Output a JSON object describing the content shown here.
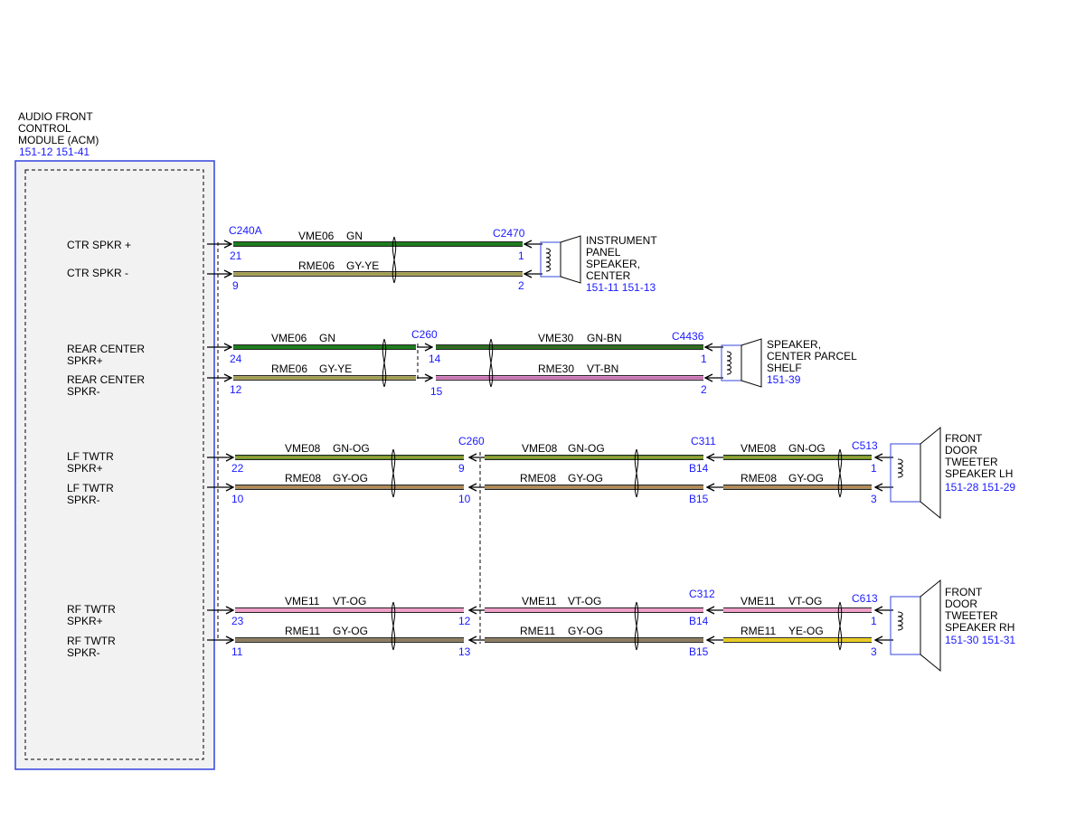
{
  "module": {
    "title_lines": [
      "AUDIO FRONT",
      "CONTROL",
      "MODULE (ACM)"
    ],
    "refs": "151-12  151-41",
    "module_pins": [
      {
        "label_lines": [
          "CTR SPKR +"
        ]
      },
      {
        "label_lines": [
          "CTR SPKR -"
        ]
      },
      {
        "label_lines": [
          "REAR CENTER",
          "SPKR+"
        ]
      },
      {
        "label_lines": [
          "REAR CENTER",
          "SPKR-"
        ]
      },
      {
        "label_lines": [
          "LF TWTR",
          "SPKR+"
        ]
      },
      {
        "label_lines": [
          "LF TWTR",
          "SPKR-"
        ]
      },
      {
        "label_lines": [
          "RF TWTR",
          "SPKR+"
        ]
      },
      {
        "label_lines": [
          "RF TWTR",
          "SPKR-"
        ]
      }
    ]
  },
  "colors": {
    "GN": "#1e7d1e",
    "GN-BN": "#1e7d1e",
    "GY-YE": "#b8a76a",
    "VT-BN": "#e88fd0",
    "GN-OG": "#5c9a2e",
    "GY-OG": "#9a8a6a",
    "VT-OG": "#f0a0c8",
    "YE-OG": "#f2e21a",
    "module_border": "#3344dd",
    "module_fill": "#f2f2f2",
    "text_blue": "#1a1aff"
  },
  "connectors": {
    "c240a": "C240A",
    "c2470": "C2470",
    "c260_top": "C260",
    "c4436": "C4436",
    "c260_mid": "C260",
    "c311": "C311",
    "c513": "C513",
    "c312": "C312",
    "c613": "C613"
  },
  "pins": {
    "p21": "21",
    "p9": "9",
    "p2470_1": "1",
    "p2470_2": "2",
    "p24": "24",
    "p12": "12",
    "p14": "14",
    "p15": "15",
    "p4436_1": "1",
    "p4436_2": "2",
    "p22": "22",
    "p10": "10",
    "p260_9": "9",
    "p260_10": "10",
    "pB14a": "B14",
    "pB15a": "B15",
    "p513_1": "1",
    "p513_3": "3",
    "p23": "23",
    "p11": "11",
    "p260_12": "12",
    "p260_13": "13",
    "pB14b": "B14",
    "pB15b": "B15",
    "p613_1": "1",
    "p613_3": "3"
  },
  "wires": {
    "w1": {
      "circuit": "VME06",
      "color": "GN"
    },
    "w2": {
      "circuit": "RME06",
      "color": "GY-YE"
    },
    "w3a": {
      "circuit": "VME06",
      "color": "GN"
    },
    "w3b": {
      "circuit": "VME30",
      "color": "GN-BN"
    },
    "w4a": {
      "circuit": "RME06",
      "color": "GY-YE"
    },
    "w4b": {
      "circuit": "RME30",
      "color": "VT-BN"
    },
    "w5a": {
      "circuit": "VME08",
      "color": "GN-OG"
    },
    "w5b": {
      "circuit": "VME08",
      "color": "GN-OG"
    },
    "w5c": {
      "circuit": "VME08",
      "color": "GN-OG"
    },
    "w6a": {
      "circuit": "RME08",
      "color": "GY-OG"
    },
    "w6b": {
      "circuit": "RME08",
      "color": "GY-OG"
    },
    "w6c": {
      "circuit": "RME08",
      "color": "GY-OG"
    },
    "w7a": {
      "circuit": "VME11",
      "color": "VT-OG"
    },
    "w7b": {
      "circuit": "VME11",
      "color": "VT-OG"
    },
    "w7c": {
      "circuit": "VME11",
      "color": "VT-OG"
    },
    "w8a": {
      "circuit": "RME11",
      "color": "GY-OG"
    },
    "w8b": {
      "circuit": "RME11",
      "color": "GY-OG"
    },
    "w8c": {
      "circuit": "RME11",
      "color": "YE-OG"
    }
  },
  "speakers": {
    "ip": {
      "label_lines": [
        "INSTRUMENT",
        "PANEL",
        "SPEAKER,",
        "CENTER"
      ],
      "refs": "151-11  151-13"
    },
    "shelf": {
      "label_lines": [
        "SPEAKER,",
        "CENTER PARCEL",
        "SHELF"
      ],
      "refs": "151-39"
    },
    "lh": {
      "label_lines": [
        "FRONT",
        "DOOR",
        "TWEETER",
        "SPEAKER LH"
      ],
      "refs": "151-28  151-29"
    },
    "rh": {
      "label_lines": [
        "FRONT",
        "DOOR",
        "TWEETER",
        "SPEAKER RH"
      ],
      "refs": "151-30  151-31"
    }
  }
}
